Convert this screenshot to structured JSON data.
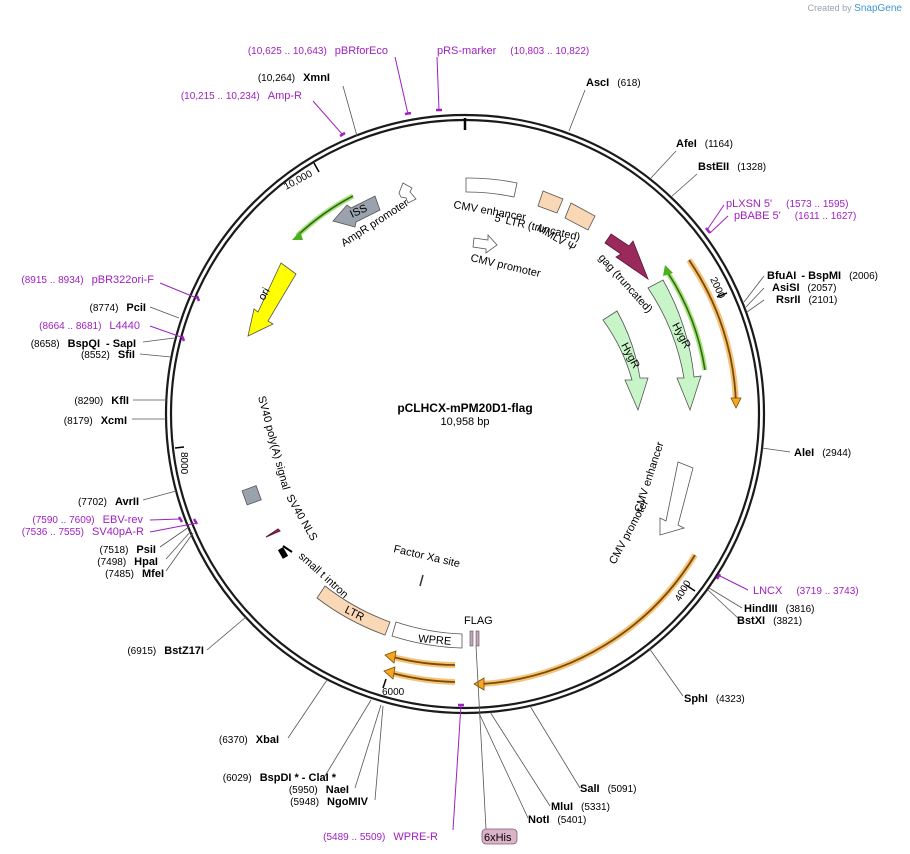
{
  "credit": {
    "prefix": "Created by",
    "brand": "SnapGene"
  },
  "plasmid": {
    "name": "pCLHCX-mPM20D1-flag",
    "size": "10,958 bp"
  },
  "ticks": [
    "2000",
    "4000",
    "6000",
    "8000",
    "10,000"
  ],
  "sites": [
    {
      "name": "AscI",
      "pos": "(618)"
    },
    {
      "name": "AfeI",
      "pos": "(1164)"
    },
    {
      "name": "BstEII",
      "pos": "(1328)"
    },
    {
      "name": "BfuAI",
      "extra": "BspMI",
      "pos": "(2006)"
    },
    {
      "name": "AsiSI",
      "pos": "(2057)"
    },
    {
      "name": "RsrII",
      "pos": "(2101)"
    },
    {
      "name": "AleI",
      "pos": "(2944)"
    },
    {
      "name": "HindIII",
      "pos": "(3816)"
    },
    {
      "name": "BstXI",
      "pos": "(3821)"
    },
    {
      "name": "SphI",
      "pos": "(4323)"
    },
    {
      "name": "SalI",
      "pos": "(5091)"
    },
    {
      "name": "MluI",
      "pos": "(5331)"
    },
    {
      "name": "NotI",
      "pos": "(5401)"
    },
    {
      "name": "NgoMIV",
      "pos": "(5948)"
    },
    {
      "name": "NaeI",
      "pos": "(5950)"
    },
    {
      "name": "BspDI",
      "extra": "ClaI",
      "pos": "(6029)"
    },
    {
      "name": "XbaI",
      "pos": "(6370)"
    },
    {
      "name": "BstZ17I",
      "pos": "(6915)"
    },
    {
      "name": "MfeI",
      "pos": "(7485)"
    },
    {
      "name": "HpaI",
      "pos": "(7498)"
    },
    {
      "name": "PsiI",
      "pos": "(7518)"
    },
    {
      "name": "AvrII",
      "pos": "(7702)"
    },
    {
      "name": "XcmI",
      "pos": "(8179)"
    },
    {
      "name": "KflI",
      "pos": "(8290)"
    },
    {
      "name": "SfiI",
      "pos": "(8552)"
    },
    {
      "name": "BspQI",
      "extra": "SapI",
      "pos": "(8658)"
    },
    {
      "name": "PciI",
      "pos": "(8774)"
    },
    {
      "name": "XmnI",
      "pos": "(10,264)"
    }
  ],
  "primers": [
    {
      "name": "pBRforEco",
      "range": "(10,625 .. 10,643)"
    },
    {
      "name": "pRS-marker",
      "range": "(10,803 .. 10,822)"
    },
    {
      "name": "Amp-R",
      "range": "(10,215 .. 10,234)"
    },
    {
      "name": "pLXSN 5'",
      "range": "(1573 .. 1595)"
    },
    {
      "name": "pBABE 5'",
      "range": "(1611 .. 1627)"
    },
    {
      "name": "LNCX",
      "range": "(3719 .. 3743)"
    },
    {
      "name": "WPRE-R",
      "range": "(5489 .. 5509)"
    },
    {
      "name": "EBV-rev",
      "range": "(7590 .. 7609)"
    },
    {
      "name": "SV40pA-R",
      "range": "(7536 .. 7555)"
    },
    {
      "name": "L4440",
      "range": "(8664 .. 8681)"
    },
    {
      "name": "pBR322ori-F",
      "range": "(8915 .. 8934)"
    }
  ],
  "features": {
    "cmv_enhancer_top": "CMV enhancer",
    "ltr5": "5' LTR (truncated)",
    "mmlv": "MMLV Ψ",
    "cmv_promoter_top": "CMV promoter",
    "gag": "gag (truncated)",
    "hygr_outer": "HygR",
    "hygr_inner": "HygR",
    "cmv_enhancer_right": "CMV enhancer",
    "cmv_promoter_right": "CMV promoter",
    "factor_xa": "Factor Xa site",
    "flag": "FLAG",
    "his": "6xHis",
    "wpre": "WPRE",
    "ltr3": "LTR",
    "small_t": "small t intron",
    "sv40_nls": "SV40 NLS",
    "sv40_polya": "SV40 poly(A) signal",
    "ori": "ori",
    "ampr_promoter": "AmpR promoter",
    "iss": "ISS"
  },
  "colors": {
    "backbone": "#1a1a1a",
    "primer": "#a020c0",
    "orf": "#f5a623",
    "ori": "#ffff00",
    "hygr": "#c8f5c8",
    "gag": "#9b2a5c",
    "ltr": "#fad7b5",
    "iss": "#9aa3ad",
    "green_arrow": "#4caf1f"
  }
}
